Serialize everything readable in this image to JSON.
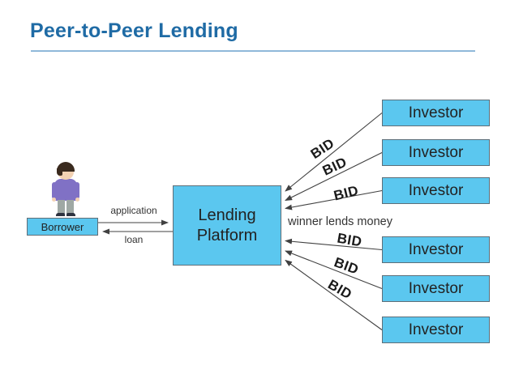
{
  "header": {
    "title": "Peer-to-Peer Lending"
  },
  "colors": {
    "title_blue": "#1F6BA5",
    "rule_blue": "#8FB9D9",
    "node_fill": "#5BC7EF",
    "node_border": "#5E6E78",
    "arrow": "#404040",
    "text_dark": "#222222"
  },
  "diagram": {
    "borrower_label": "Borrower",
    "platform_label": "Lending Platform",
    "investors": [
      {
        "label": "Investor"
      },
      {
        "label": "Investor"
      },
      {
        "label": "Investor"
      },
      {
        "label": "Investor"
      },
      {
        "label": "Investor"
      },
      {
        "label": "Investor"
      }
    ],
    "flows": {
      "application": "application",
      "loan": "loan",
      "winner_note": "winner lends money",
      "bids": [
        "BID",
        "BID",
        "BID",
        "BID",
        "BID",
        "BID"
      ]
    }
  }
}
